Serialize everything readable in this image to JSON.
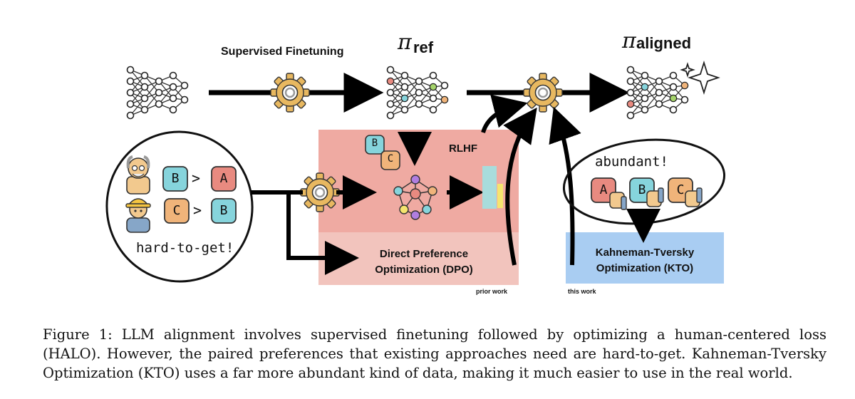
{
  "labels": {
    "sft": "Supervised Finetuning",
    "pi_symbol": "π",
    "pi_ref_sub": "ref",
    "pi_aligned_sub": "aligned",
    "rlhf": "RLHF",
    "dpo_line1": "Direct Preference",
    "dpo_line2": "Optimization (DPO)",
    "kto_line1": "Kahneman-Tversky",
    "kto_line2": "Optimization (KTO)",
    "prior_work": "prior work",
    "this_work": "this work",
    "hard_to_get": "hard-to-get!",
    "abundant": "abundant!",
    "gt": ">"
  },
  "letters": {
    "a": "A",
    "b": "B",
    "c": "C"
  },
  "caption": {
    "text": "Figure 1: LLM alignment involves supervised finetuning followed by optimizing a human-centered loss (HALO). However, the paired preferences that existing approaches need are hard-to-get.  Kahneman-Tversky Optimization (KTO) uses a far more abundant kind of data, making it much easier to use in the real world."
  },
  "colors": {
    "dpo_panel": "#f2c4bd",
    "rlhf_panel": "#efaaa2",
    "kto_panel": "#a9cdf2",
    "gear": "#e8b860",
    "box_a": "#e88a80",
    "box_b": "#86d4dc",
    "box_c": "#f0b47a",
    "thumb": "#f2c98e"
  }
}
